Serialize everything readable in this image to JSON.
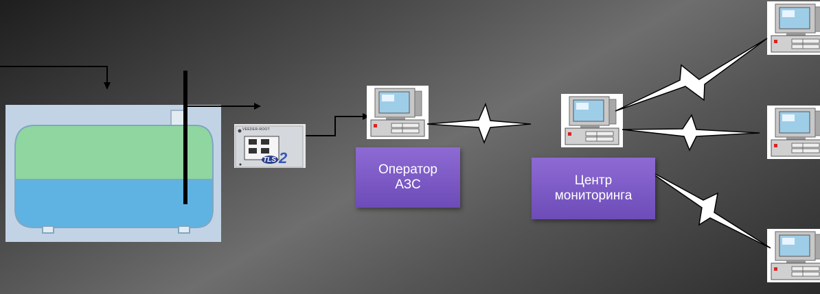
{
  "nodes": {
    "operator_label": [
      "Оператор",
      "АЗС"
    ],
    "center_label": [
      "Центр",
      "мониторинга"
    ]
  },
  "console": {
    "brand": "VEEDER-ROOT",
    "model": "TLS",
    "model_number": "2"
  },
  "colors": {
    "tank_top": "#8fd6a0",
    "tank_bottom": "#5fb3e3",
    "label_box": "#7b5cc6",
    "line": "#000000"
  },
  "icons": {
    "computer": "desktop-computer-icon",
    "link": "lightning-link-icon"
  }
}
